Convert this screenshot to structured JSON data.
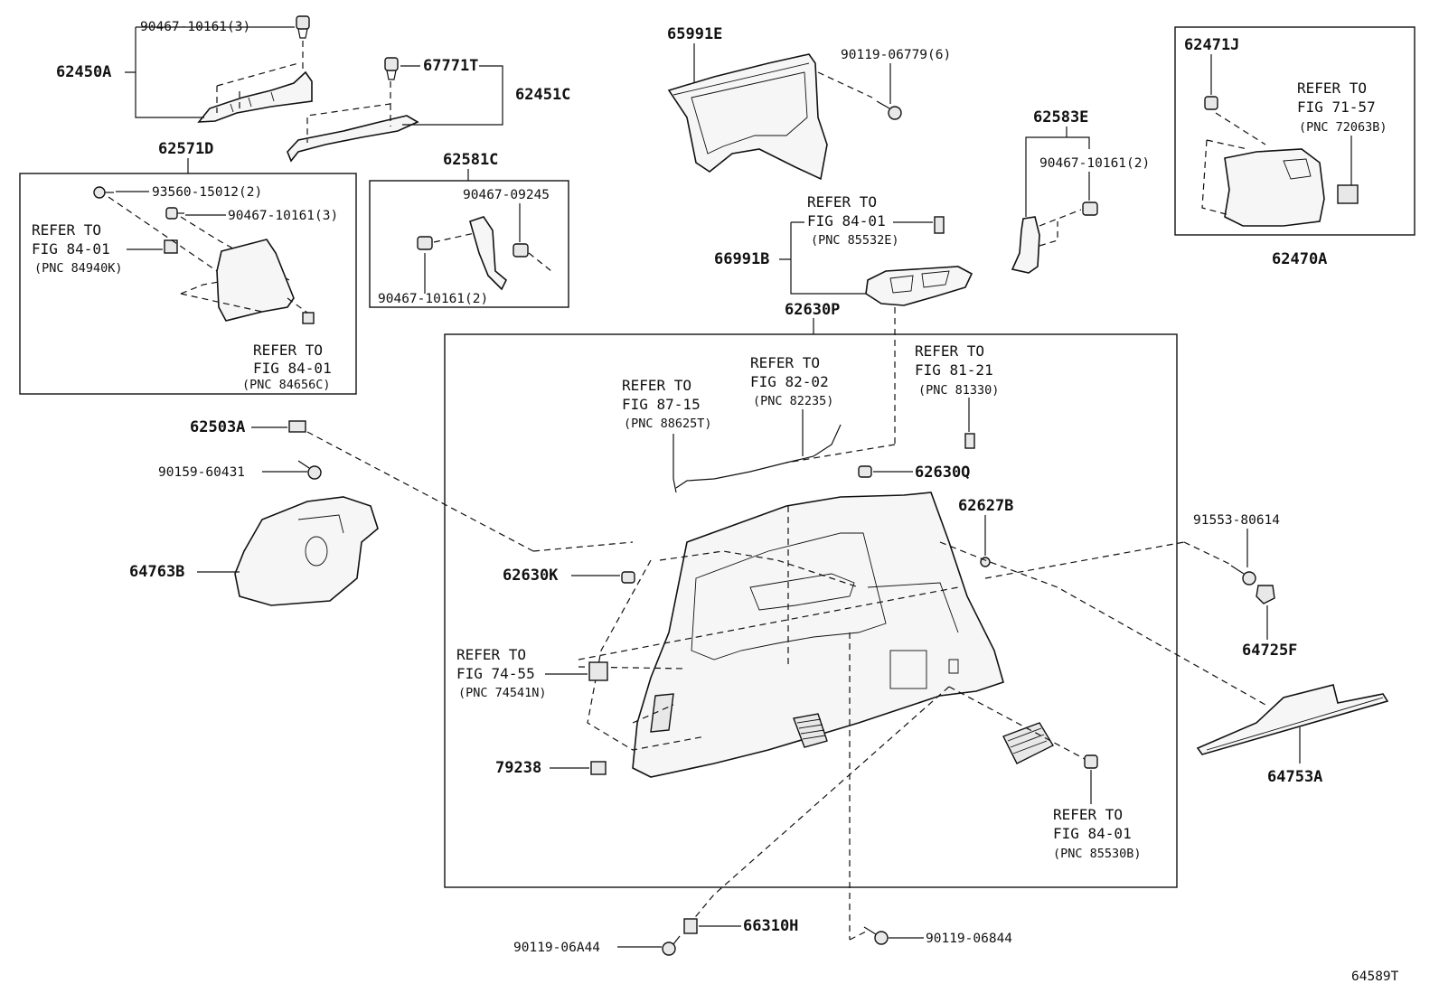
{
  "diagram_id": "64589T",
  "colors": {
    "ink": "#111111",
    "background": "#ffffff"
  },
  "labels": {
    "p90467_10161_3a": "90467-10161(3)",
    "p62450A": "62450A",
    "p67771T": "67771T",
    "p62451C": "62451C",
    "p62571D": "62571D",
    "p93560_15012": "93560-15012(2)",
    "p90467_10161_3b": "90467-10161(3)",
    "p62581C": "62581C",
    "p90467_09245": "90467-09245",
    "p90467_10161_2a": "90467-10161(2)",
    "p62503A": "62503A",
    "p90159_60431": "90159-60431",
    "p64763B": "64763B",
    "p65991E": "65991E",
    "p90119_06779": "90119-06779(6)",
    "p66991B": "66991B",
    "p62630P": "62630P",
    "p62583E": "62583E",
    "p90467_10161_2b": "90467-10161(2)",
    "p62471J": "62471J",
    "p62470A": "62470A",
    "p62630Q": "62630Q",
    "p62627B": "62627B",
    "p91553_80614": "91553-80614",
    "p64725F": "64725F",
    "p64753A": "64753A",
    "p62630K": "62630K",
    "p79238": "79238",
    "p66310H": "66310H",
    "p90119_06A44": "90119-06A44",
    "p90119_06844": "90119-06844"
  },
  "refs": {
    "r1": {
      "line1": "REFER TO",
      "line2": "FIG 84-01",
      "pnc": "(PNC 84940K)"
    },
    "r2": {
      "line1": "REFER TO",
      "line2": "FIG 84-01",
      "pnc": "(PNC 84656C)"
    },
    "r3": {
      "line1": "REFER TO",
      "line2": "FIG 84-01",
      "pnc": "(PNC 85532E)"
    },
    "r4": {
      "line1": "REFER TO",
      "line2": "FIG 71-57",
      "pnc": "(PNC 72063B)"
    },
    "r5": {
      "line1": "REFER TO",
      "line2": "FIG 87-15",
      "pnc": "(PNC 88625T)"
    },
    "r6": {
      "line1": "REFER TO",
      "line2": "FIG 82-02",
      "pnc": "(PNC 82235)"
    },
    "r7": {
      "line1": "REFER TO",
      "line2": "FIG 81-21",
      "pnc": "(PNC 81330)"
    },
    "r8": {
      "line1": "REFER TO",
      "line2": "FIG 74-55",
      "pnc": "(PNC 74541N)"
    },
    "r9": {
      "line1": "REFER TO",
      "line2": "FIG 84-01",
      "pnc": "(PNC 85530B)"
    }
  }
}
